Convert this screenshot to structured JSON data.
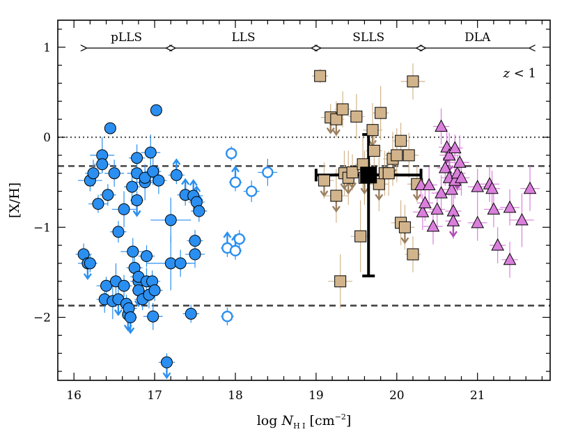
{
  "chart_data": {
    "type": "scatter",
    "xlabel_prefix": "log ",
    "xlabel_N": "N",
    "xlabel_sub": "H I",
    "xlabel_unit": " [cm",
    "xlabel_exp": "−2",
    "xlabel_close": "]",
    "ylabel": "[X/H]",
    "xlim": [
      15.8,
      21.9
    ],
    "ylim": [
      -2.7,
      1.3
    ],
    "xticks": [
      16,
      17,
      18,
      19,
      20,
      21
    ],
    "yticks": [
      1,
      0,
      -1,
      -2
    ],
    "annotation_z": "z",
    "annotation_rest": " < 1",
    "reference_lines": [
      {
        "y": 0,
        "style": "dotted"
      },
      {
        "y": -0.32,
        "style": "dashed"
      },
      {
        "y": -1.87,
        "style": "dashed"
      }
    ],
    "regions": [
      {
        "label": "pLLS",
        "x_from": 16.1,
        "x_to": 17.2
      },
      {
        "label": "LLS",
        "x_from": 17.2,
        "x_to": 19.0
      },
      {
        "label": "SLLS",
        "x_from": 19.0,
        "x_to": 20.3
      },
      {
        "label": "DLA",
        "x_from": 20.3,
        "x_to": 21.7
      }
    ],
    "colors": {
      "pLLS": "#2a8ff0",
      "LLS": "#2a8ff0",
      "SLLS": "#d2b48c",
      "DLA": "#da7fdc",
      "mean": "#000000"
    },
    "series": [
      {
        "group": "pLLS",
        "marker": "circle-filled",
        "points": [
          {
            "x": 16.12,
            "y": -1.3,
            "xerr": 0.1,
            "yerr": 0.12
          },
          {
            "x": 16.17,
            "y": -1.4,
            "xerr": 0.12,
            "yerr": 0.1,
            "upper": true
          },
          {
            "x": 16.2,
            "y": -1.4,
            "xerr": 0.08,
            "yerr": 0.1
          },
          {
            "x": 16.2,
            "y": -0.48,
            "xerr": 0.15,
            "yerr": 0.12
          },
          {
            "x": 16.24,
            "y": -0.4,
            "xerr": 0.1,
            "yerr": 0.15
          },
          {
            "x": 16.3,
            "y": -0.74,
            "xerr": 0.12,
            "yerr": 0.1
          },
          {
            "x": 16.35,
            "y": -0.2,
            "xerr": 0.15,
            "yerr": 0.2
          },
          {
            "x": 16.35,
            "y": -0.3,
            "xerr": 0.1,
            "yerr": 0.1
          },
          {
            "x": 16.38,
            "y": -1.8,
            "xerr": 0.1,
            "yerr": 0.15
          },
          {
            "x": 16.4,
            "y": -1.65,
            "xerr": 0.12,
            "yerr": 0.1
          },
          {
            "x": 16.42,
            "y": -0.64,
            "xerr": 0.1,
            "yerr": 0.12
          },
          {
            "x": 16.45,
            "y": 0.1,
            "xerr": 0.06,
            "yerr": 0.05
          },
          {
            "x": 16.48,
            "y": -1.82,
            "xerr": 0.15,
            "yerr": 0.2
          },
          {
            "x": 16.5,
            "y": -0.4,
            "xerr": 0.12,
            "yerr": 0.15
          },
          {
            "x": 16.52,
            "y": -1.6,
            "xerr": 0.1,
            "yerr": 0.2
          },
          {
            "x": 16.55,
            "y": -1.05,
            "xerr": 0.1,
            "yerr": 0.12
          },
          {
            "x": 16.55,
            "y": -1.8,
            "xerr": 0.12,
            "yerr": 0.15,
            "upper": true
          },
          {
            "x": 16.62,
            "y": -0.8,
            "xerr": 0.15,
            "yerr": 0.2
          },
          {
            "x": 16.62,
            "y": -1.65,
            "xerr": 0.1,
            "yerr": 0.12
          },
          {
            "x": 16.65,
            "y": -1.85,
            "xerr": 0.08,
            "yerr": 0.1
          },
          {
            "x": 16.67,
            "y": -1.97,
            "xerr": 0.06,
            "yerr": 0.1,
            "upper": true
          },
          {
            "x": 16.68,
            "y": -1.9,
            "xerr": 0.1,
            "yerr": 0.1
          },
          {
            "x": 16.7,
            "y": -2.0,
            "xerr": 0.08,
            "yerr": 0.1,
            "upper": true
          },
          {
            "x": 16.72,
            "y": -0.55,
            "xerr": 0.1,
            "yerr": 0.2
          },
          {
            "x": 16.73,
            "y": -1.27,
            "xerr": 0.15,
            "yerr": 0.15
          },
          {
            "x": 16.75,
            "y": -1.45,
            "xerr": 0.1,
            "yerr": 0.12
          },
          {
            "x": 16.78,
            "y": -0.4,
            "xerr": 0.12,
            "yerr": 0.15
          },
          {
            "x": 16.78,
            "y": -0.23,
            "xerr": 0.1,
            "yerr": 0.15
          },
          {
            "x": 16.78,
            "y": -0.7,
            "xerr": 0.08,
            "yerr": 0.1,
            "upper": true
          },
          {
            "x": 16.8,
            "y": -1.6,
            "xerr": 0.1,
            "yerr": 0.12
          },
          {
            "x": 16.8,
            "y": -1.7,
            "xerr": 0.08,
            "yerr": 0.1,
            "upper": true
          },
          {
            "x": 16.8,
            "y": -1.55,
            "xerr": 0.1,
            "yerr": 0.1
          },
          {
            "x": 16.85,
            "y": -1.8,
            "xerr": 0.1,
            "yerr": 0.12
          },
          {
            "x": 16.88,
            "y": -0.5,
            "xerr": 0.15,
            "yerr": 0.2
          },
          {
            "x": 16.88,
            "y": -0.45,
            "xerr": 0.1,
            "yerr": 0.1
          },
          {
            "x": 16.9,
            "y": -1.6,
            "xerr": 0.12,
            "yerr": 0.15
          },
          {
            "x": 16.9,
            "y": -1.32,
            "xerr": 0.1,
            "yerr": 0.12
          },
          {
            "x": 16.93,
            "y": -1.75,
            "xerr": 0.1,
            "yerr": 0.15
          },
          {
            "x": 16.95,
            "y": -0.17,
            "xerr": 0.12,
            "yerr": 0.2
          },
          {
            "x": 16.97,
            "y": -1.6,
            "xerr": 0.1,
            "yerr": 0.12
          },
          {
            "x": 16.98,
            "y": -0.38,
            "xerr": 0.1,
            "yerr": 0.15
          },
          {
            "x": 16.98,
            "y": -1.99,
            "xerr": 0.12,
            "yerr": 0.15
          },
          {
            "x": 17.0,
            "y": -1.7,
            "xerr": 0.1,
            "yerr": 0.12
          },
          {
            "x": 17.02,
            "y": 0.3,
            "xerr": 0.06,
            "yerr": 0.05
          },
          {
            "x": 17.05,
            "y": -0.48,
            "xerr": 0.1,
            "yerr": 0.15
          },
          {
            "x": 17.15,
            "y": -2.5,
            "xerr": 0.1,
            "yerr": 0.1,
            "upper": true
          },
          {
            "x": 17.2,
            "y": -0.92,
            "xerr": 0.25,
            "yerr": 0.25
          },
          {
            "x": 17.2,
            "y": -1.4,
            "xerr": 0.3,
            "yerr": 0.3
          }
        ]
      },
      {
        "group": "LLS",
        "marker": "circle-filled",
        "points": [
          {
            "x": 17.27,
            "y": -0.42,
            "xerr": 0.1,
            "yerr": 0.1,
            "lower": true
          },
          {
            "x": 17.32,
            "y": -1.4,
            "xerr": 0.12,
            "yerr": 0.15
          },
          {
            "x": 17.38,
            "y": -0.64,
            "xerr": 0.1,
            "yerr": 0.12,
            "lower": true
          },
          {
            "x": 17.45,
            "y": -1.96,
            "xerr": 0.1,
            "yerr": 0.1
          },
          {
            "x": 17.48,
            "y": -0.65,
            "xerr": 0.12,
            "yerr": 0.15,
            "lower": true
          },
          {
            "x": 17.5,
            "y": -1.15,
            "xerr": 0.1,
            "yerr": 0.12
          },
          {
            "x": 17.5,
            "y": -1.3,
            "xerr": 0.12,
            "yerr": 0.15
          },
          {
            "x": 17.52,
            "y": -0.72,
            "xerr": 0.1,
            "yerr": 0.15,
            "lower": true
          },
          {
            "x": 17.55,
            "y": -0.82,
            "xerr": 0.1,
            "yerr": 0.12,
            "lower": true
          }
        ]
      },
      {
        "group": "LLS",
        "marker": "circle-open",
        "points": [
          {
            "x": 17.9,
            "y": -1.23,
            "xerr": 0.08,
            "yerr": 0.1,
            "lower": true
          },
          {
            "x": 17.9,
            "y": -1.99,
            "xerr": 0.08,
            "yerr": 0.1
          },
          {
            "x": 17.95,
            "y": -0.18,
            "xerr": 0.06,
            "yerr": 0.08
          },
          {
            "x": 18.0,
            "y": -0.5,
            "xerr": 0.08,
            "yerr": 0.1,
            "lower": true
          },
          {
            "x": 18.0,
            "y": -1.26,
            "xerr": 0.08,
            "yerr": 0.1,
            "lower": true
          },
          {
            "x": 18.05,
            "y": -1.13,
            "xerr": 0.08,
            "yerr": 0.1
          },
          {
            "x": 18.2,
            "y": -0.6,
            "xerr": 0.1,
            "yerr": 0.12
          },
          {
            "x": 18.4,
            "y": -0.39,
            "xerr": 0.12,
            "yerr": 0.15
          }
        ]
      },
      {
        "group": "SLLS",
        "marker": "square",
        "points": [
          {
            "x": 19.05,
            "y": 0.68,
            "xerr": 0.1,
            "yerr": 0.08
          },
          {
            "x": 19.1,
            "y": -0.48,
            "xerr": 0.12,
            "yerr": 0.2,
            "upper": true
          },
          {
            "x": 19.18,
            "y": 0.22,
            "xerr": 0.12,
            "yerr": 0.15,
            "upper": true
          },
          {
            "x": 19.25,
            "y": 0.2,
            "xerr": 0.1,
            "yerr": 0.2,
            "upper": true
          },
          {
            "x": 19.25,
            "y": -0.65,
            "xerr": 0.15,
            "yerr": 0.3,
            "upper": true
          },
          {
            "x": 19.3,
            "y": -1.6,
            "xerr": 0.15,
            "yerr": 0.3
          },
          {
            "x": 19.33,
            "y": 0.31,
            "xerr": 0.1,
            "yerr": 0.2
          },
          {
            "x": 19.35,
            "y": -0.4,
            "xerr": 0.12,
            "yerr": 0.25,
            "upper": true
          },
          {
            "x": 19.4,
            "y": -0.45,
            "xerr": 0.1,
            "yerr": 0.3,
            "upper": true
          },
          {
            "x": 19.45,
            "y": -0.39,
            "xerr": 0.12,
            "yerr": 0.2,
            "upper": true
          },
          {
            "x": 19.5,
            "y": 0.23,
            "xerr": 0.1,
            "yerr": 0.25
          },
          {
            "x": 19.55,
            "y": -1.1,
            "xerr": 0.12,
            "yerr": 0.4
          },
          {
            "x": 19.58,
            "y": -0.3,
            "xerr": 0.1,
            "yerr": 0.3
          },
          {
            "x": 19.6,
            "y": -0.45,
            "xerr": 0.15,
            "yerr": 0.3,
            "upper": true
          },
          {
            "x": 19.7,
            "y": 0.08,
            "xerr": 0.12,
            "yerr": 0.3,
            "upper": true
          },
          {
            "x": 19.72,
            "y": -0.15,
            "xerr": 0.1,
            "yerr": 0.3
          },
          {
            "x": 19.78,
            "y": -0.52,
            "xerr": 0.12,
            "yerr": 0.3,
            "upper": true
          },
          {
            "x": 19.8,
            "y": 0.27,
            "xerr": 0.1,
            "yerr": 0.3
          },
          {
            "x": 19.85,
            "y": -0.4,
            "xerr": 0.15,
            "yerr": 0.25
          },
          {
            "x": 19.9,
            "y": -0.4,
            "xerr": 0.12,
            "yerr": 0.25
          },
          {
            "x": 19.95,
            "y": -0.24,
            "xerr": 0.12,
            "yerr": 0.3,
            "upper": true
          },
          {
            "x": 20.0,
            "y": -0.2,
            "xerr": 0.15,
            "yerr": 0.3
          },
          {
            "x": 20.05,
            "y": -0.95,
            "xerr": 0.12,
            "yerr": 0.25
          },
          {
            "x": 20.05,
            "y": -0.04,
            "xerr": 0.1,
            "yerr": 0.2
          },
          {
            "x": 20.1,
            "y": -1.0,
            "xerr": 0.12,
            "yerr": 0.25,
            "upper": true
          },
          {
            "x": 20.15,
            "y": -0.2,
            "xerr": 0.12,
            "yerr": 0.25
          },
          {
            "x": 20.2,
            "y": 0.62,
            "xerr": 0.15,
            "yerr": 0.2
          },
          {
            "x": 20.2,
            "y": -1.3,
            "xerr": 0.1,
            "yerr": 0.2
          },
          {
            "x": 20.25,
            "y": -0.52,
            "xerr": 0.12,
            "yerr": 0.2,
            "upper": true
          }
        ]
      },
      {
        "group": "DLA",
        "marker": "triangle",
        "points": [
          {
            "x": 20.3,
            "y": -0.53,
            "xerr": 0.12,
            "yerr": 0.15
          },
          {
            "x": 20.32,
            "y": -0.83,
            "xerr": 0.12,
            "yerr": 0.2
          },
          {
            "x": 20.35,
            "y": -0.73,
            "xerr": 0.1,
            "yerr": 0.2
          },
          {
            "x": 20.4,
            "y": -0.53,
            "xerr": 0.1,
            "yerr": 0.2
          },
          {
            "x": 20.45,
            "y": -0.99,
            "xerr": 0.12,
            "yerr": 0.2
          },
          {
            "x": 20.5,
            "y": -0.8,
            "xerr": 0.1,
            "yerr": 0.2
          },
          {
            "x": 20.55,
            "y": -0.62,
            "xerr": 0.12,
            "yerr": 0.2
          },
          {
            "x": 20.55,
            "y": 0.12,
            "xerr": 0.1,
            "yerr": 0.2
          },
          {
            "x": 20.6,
            "y": -0.34,
            "xerr": 0.1,
            "yerr": 0.2
          },
          {
            "x": 20.62,
            "y": -0.11,
            "xerr": 0.1,
            "yerr": 0.2,
            "upper": true
          },
          {
            "x": 20.65,
            "y": -0.2,
            "xerr": 0.12,
            "yerr": 0.25,
            "upper": true
          },
          {
            "x": 20.65,
            "y": -0.45,
            "xerr": 0.1,
            "yerr": 0.2
          },
          {
            "x": 20.68,
            "y": -0.58,
            "xerr": 0.12,
            "yerr": 0.2
          },
          {
            "x": 20.7,
            "y": -0.82,
            "xerr": 0.1,
            "yerr": 0.2
          },
          {
            "x": 20.7,
            "y": -0.93,
            "xerr": 0.1,
            "yerr": 0.2,
            "upper": true
          },
          {
            "x": 20.72,
            "y": -0.12,
            "xerr": 0.1,
            "yerr": 0.15
          },
          {
            "x": 20.72,
            "y": -0.48,
            "xerr": 0.12,
            "yerr": 0.2
          },
          {
            "x": 20.75,
            "y": -0.4,
            "xerr": 0.1,
            "yerr": 0.2,
            "upper": true
          },
          {
            "x": 20.78,
            "y": -0.28,
            "xerr": 0.12,
            "yerr": 0.3
          },
          {
            "x": 20.8,
            "y": -0.45,
            "xerr": 0.1,
            "yerr": 0.2
          },
          {
            "x": 21.0,
            "y": -0.95,
            "xerr": 0.12,
            "yerr": 0.2
          },
          {
            "x": 21.0,
            "y": -0.55,
            "xerr": 0.12,
            "yerr": 0.2
          },
          {
            "x": 21.15,
            "y": -0.52,
            "xerr": 0.12,
            "yerr": 0.2
          },
          {
            "x": 21.18,
            "y": -0.57,
            "xerr": 0.1,
            "yerr": 0.2
          },
          {
            "x": 21.2,
            "y": -0.8,
            "xerr": 0.12,
            "yerr": 0.2
          },
          {
            "x": 21.25,
            "y": -1.2,
            "xerr": 0.1,
            "yerr": 0.2
          },
          {
            "x": 21.4,
            "y": -1.36,
            "xerr": 0.1,
            "yerr": 0.2
          },
          {
            "x": 21.4,
            "y": -0.78,
            "xerr": 0.12,
            "yerr": 0.2
          },
          {
            "x": 21.55,
            "y": -0.92,
            "xerr": 0.15,
            "yerr": 0.3
          },
          {
            "x": 21.65,
            "y": -0.57,
            "xerr": 0.12,
            "yerr": 0.25
          }
        ]
      },
      {
        "group": "mean",
        "marker": "square-large",
        "points": [
          {
            "x": 19.65,
            "y": -0.42,
            "xerr_low": 0.65,
            "xerr_high": 0.65,
            "yerr_low": 1.12,
            "yerr_high": 0.45
          }
        ]
      }
    ]
  }
}
